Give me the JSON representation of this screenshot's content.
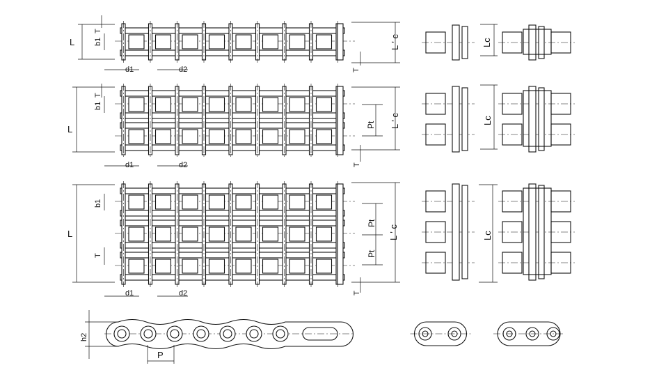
{
  "labels": {
    "L": "L",
    "Lc": "Lc",
    "Lprime_c": "L ' c",
    "b1": "b1",
    "T": "T",
    "d1": "d1",
    "d2": "d2",
    "Pt": "Pt",
    "h2": "h2",
    "P": "P"
  },
  "views": {
    "simplex": {
      "strands": 1
    },
    "duplex": {
      "strands": 2
    },
    "triplex": {
      "strands": 3
    }
  },
  "colors": {
    "line": "#111111",
    "background": "#ffffff"
  }
}
